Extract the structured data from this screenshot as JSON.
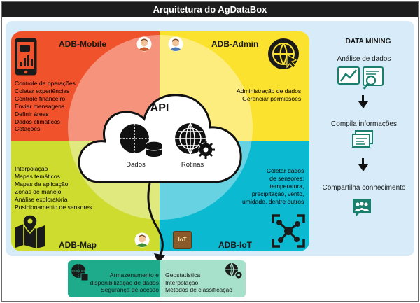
{
  "title": "Arquitetura do AgDataBox",
  "mobile": {
    "title": "ADB-Mobile",
    "items": [
      "Controle de operações",
      "Coletar experiências",
      "Controle financeiro",
      "Enviar mensagens",
      "Definir áreas",
      "Dados climáticos",
      "Cotações"
    ]
  },
  "admin": {
    "title": "ADB-Admin",
    "items": [
      "Administração de dados",
      "Gerenciar permissões"
    ]
  },
  "map": {
    "title": "ADB-Map",
    "items": [
      "Interpolação",
      "Mapas temáticos",
      "Mapas de aplicação",
      "Zonas de manejo",
      "Análise exploratória",
      "Posicionamento de sensores"
    ]
  },
  "iot": {
    "title": "ADB-IoT",
    "items": [
      "Coletar dados",
      "de sensores:",
      "temperatura,",
      "precipitação, vento,",
      "umidade, dentre outros"
    ],
    "badge_text": "IoT"
  },
  "api": {
    "title": "API",
    "dados": "Dados",
    "rotinas": "Rotinas"
  },
  "data_mining": {
    "title": "DATA MINING",
    "steps": [
      "Análise de dados",
      "Compila informações",
      "Compartilha conhecimento"
    ]
  },
  "bottom": {
    "storage": [
      "Armazenamento e",
      "disponibilização de dados",
      "Segurança de acesso"
    ],
    "geo": [
      "Geostatística",
      "Interpolação",
      "Métodos de classificação"
    ]
  },
  "colors": {
    "mobile": "#f0522c",
    "admin": "#fbe22f",
    "map": "#cedb2f",
    "iot": "#0bb9d1",
    "storage": "#1dab8b",
    "geo": "#a7e0cb",
    "dm_icon": "#1b7f6e"
  }
}
